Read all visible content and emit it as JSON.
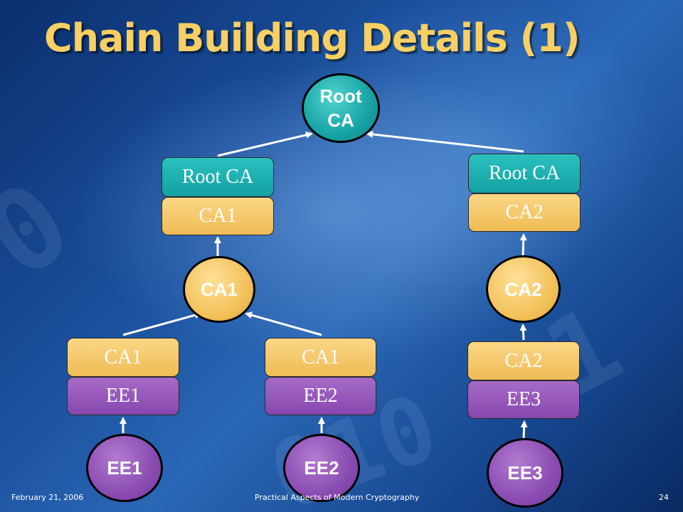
{
  "slide": {
    "title": "Chain Building Details (1)",
    "footer": {
      "date": "February 21, 2006",
      "course": "Practical Aspects of Modern Cryptography",
      "page": "24"
    }
  },
  "nodes": {
    "root_ca": [
      "Root",
      "CA"
    ],
    "ca1": "CA1",
    "ca2": "CA2",
    "ee1": "EE1",
    "ee2": "EE2",
    "ee3": "EE3"
  },
  "certificates": {
    "ca1_cert": {
      "issuer": "Root CA",
      "subject": "CA1"
    },
    "ca2_cert": {
      "issuer": "Root CA",
      "subject": "CA2"
    },
    "ee1_cert": {
      "issuer": "CA1",
      "subject": "EE1"
    },
    "ee2_cert": {
      "issuer": "CA1",
      "subject": "EE2"
    },
    "ee3_cert": {
      "issuer": "CA2",
      "subject": "EE3"
    }
  },
  "colors": {
    "title": "#f7cf63",
    "root_node": "#17a3a4",
    "ca_node": "#f3c25c",
    "ee_node": "#8a4cb2",
    "arrow": "#ffffff"
  }
}
